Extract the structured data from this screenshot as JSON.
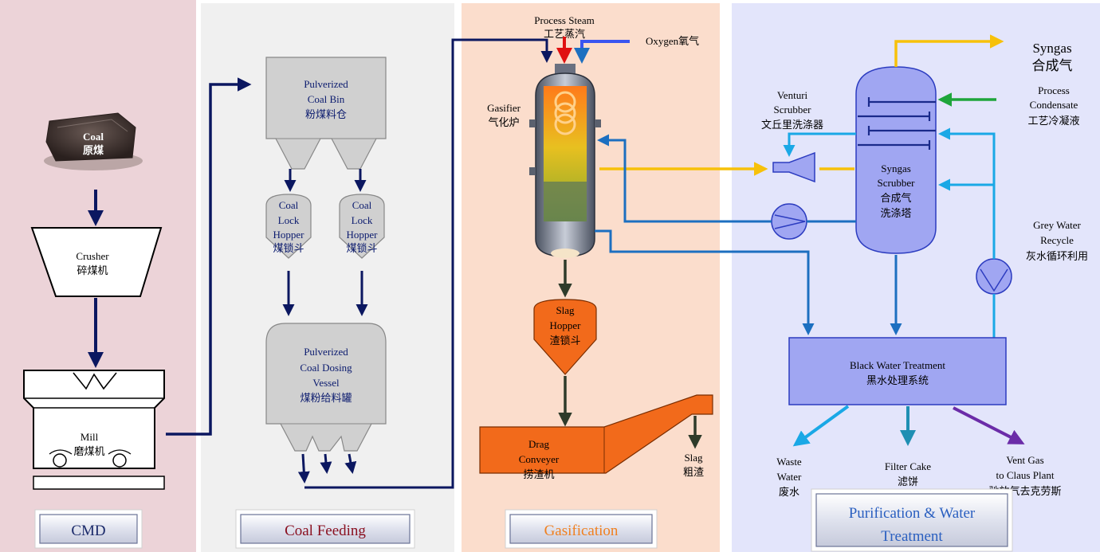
{
  "colors": {
    "cmd_panel": "#ecd3d8",
    "feeding_panel": "#f0f0f0",
    "gasification_panel": "#fbddcc",
    "purification_panel": "#e3e5fb",
    "navy_line": "#0b1760",
    "blue_line": "#1c6fc0",
    "light_blue_line": "#1aa8e6",
    "yellow_line": "#f7c10a",
    "green_line": "#1ea53b",
    "red_arrow": "#e01010",
    "purple_line": "#6b2ca8",
    "dark_green_line": "#2e3b2a",
    "teal_line": "#1f8fb3"
  },
  "sections": {
    "cmd": "CMD",
    "coal_feeding": "Coal Feeding",
    "gasification": "Gasification",
    "purification_line1": "Purification & Water",
    "purification_line2": "Treatment"
  },
  "cmd": {
    "coal_en": "Coal",
    "coal_cn": "原煤",
    "crusher_en": "Crusher",
    "crusher_cn": "碎煤机",
    "mill_en": "Mill",
    "mill_cn": "磨煤机"
  },
  "feeding": {
    "bin_line1": "Pulverized",
    "bin_line2": "Coal Bin",
    "bin_cn": "粉煤料仓",
    "hopper_line1": "Coal",
    "hopper_line2": "Lock",
    "hopper_line3": "Hopper",
    "hopper_cn": "煤锁斗",
    "vessel_line1": "Pulverized",
    "vessel_line2": "Coal Dosing",
    "vessel_line3": "Vessel",
    "vessel_cn": "煤粉给料罐"
  },
  "gasification": {
    "steam_en": "Process Steam",
    "steam_cn": "工艺蒸汽",
    "oxygen": "Oxygen氧气",
    "gasifier_en": "Gasifier",
    "gasifier_cn": "气化炉",
    "slag_hopper_line1": "Slag",
    "slag_hopper_line2": "Hopper",
    "slag_hopper_cn": "渣锁斗",
    "drag_line1": "Drag",
    "drag_line2": "Conveyer",
    "drag_cn": "捞渣机",
    "slag_en": "Slag",
    "slag_cn": "粗渣"
  },
  "purification": {
    "syngas_en": "Syngas",
    "syngas_cn": "合成气",
    "venturi_line1": "Venturi",
    "venturi_line2": "Scrubber",
    "venturi_cn": "文丘里洗涤器",
    "condensate_line1": "Process",
    "condensate_line2": "Condensate",
    "condensate_cn": "工艺冷凝液",
    "scrubber_line1": "Syngas",
    "scrubber_line2": "Scrubber",
    "scrubber_cn1": "合成气",
    "scrubber_cn2": "洗涤塔",
    "grey_line1": "Grey Water",
    "grey_line2": "Recycle",
    "grey_cn": "灰水循环利用",
    "black_water_en": "Black Water Treatment",
    "black_water_cn": "黑水处理系统",
    "waste_line1": "Waste",
    "waste_line2": "Water",
    "waste_cn": "废水",
    "filter_en": "Filter Cake",
    "filter_cn": "滤饼",
    "vent_line1": "Vent Gas",
    "vent_line2": "to Claus Plant",
    "vent_cn": "驰放气去克劳斯"
  }
}
